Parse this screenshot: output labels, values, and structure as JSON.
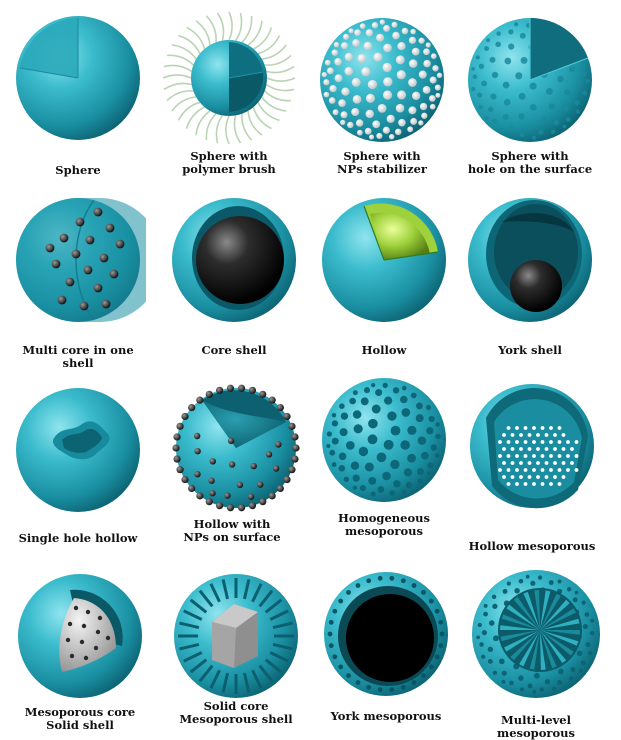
{
  "figure": {
    "rows": [
      {
        "items": [
          {
            "id": "sphere",
            "label": "Sphere"
          },
          {
            "id": "sphere-polymer-brush",
            "label": "Sphere  with\npolymer brush"
          },
          {
            "id": "sphere-nps-stabilizer",
            "label": "Sphere  with\nNPs stabilizer"
          },
          {
            "id": "sphere-hole-surface",
            "label": "Sphere  with\nhole on the surface"
          }
        ]
      },
      {
        "items": [
          {
            "id": "multi-core",
            "label": "Multi core in one shell"
          },
          {
            "id": "core-shell",
            "label": "Core shell"
          },
          {
            "id": "hollow",
            "label": "Hollow"
          },
          {
            "id": "york-shell",
            "label": "York  shell"
          }
        ]
      },
      {
        "items": [
          {
            "id": "single-hole-hollow",
            "label": "Single hole hollow"
          },
          {
            "id": "hollow-nps-surface",
            "label": "Hollow with\nNPs on surface"
          },
          {
            "id": "homogeneous-mesoporous",
            "label": "Homogeneous\nmesoporous"
          },
          {
            "id": "hollow-mesoporous",
            "label": "Hollow mesoporous"
          }
        ]
      },
      {
        "items": [
          {
            "id": "mesoporous-core-solid-shell",
            "label": "Mesoporous core\nSolid shell"
          },
          {
            "id": "solid-core-mesoporous-shell",
            "label": "Solid core\nMesoporous shell"
          },
          {
            "id": "york-mesoporous",
            "label": "York  mesoporous"
          },
          {
            "id": "multi-level-mesoporous",
            "label": "Multi-level mesoporous"
          }
        ]
      }
    ]
  },
  "colors": {
    "shell": "#2fb0c2",
    "shell_dark": "#0d6f80",
    "core": "#111111",
    "hollow_inner": "#9ed13b",
    "np_white": "#f2f5f6",
    "polymer": "#b9d4b3",
    "mesoporous_core": "#c8c8c8"
  }
}
